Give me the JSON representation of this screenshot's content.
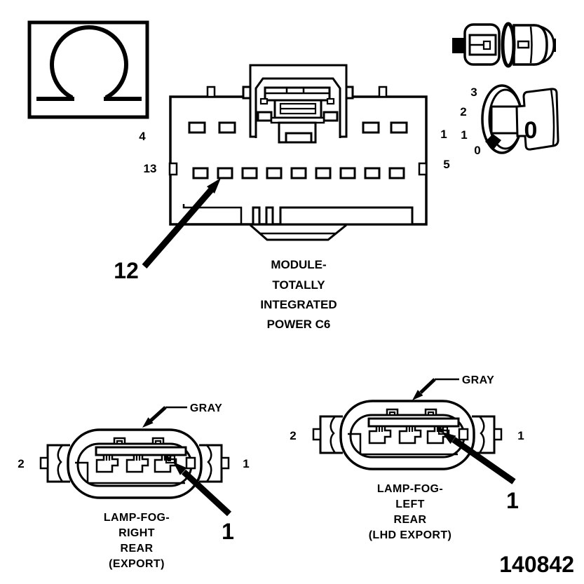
{
  "colors": {
    "line": "#000000",
    "background": "#ffffff"
  },
  "tipm": {
    "label_lines": [
      "MODULE-",
      "TOTALLY",
      "INTEGRATED",
      "POWER C6"
    ],
    "pin_top_left": "4",
    "pin_mid_left": "13",
    "pin_top_right": "1",
    "pin_mid_right": "5",
    "callout": "12"
  },
  "dial": {
    "scale_labels": [
      "3",
      "2",
      "1",
      "0"
    ],
    "face_label": "0"
  },
  "fog_right": {
    "color_label": "GRAY",
    "pin_left": "2",
    "pin_right": "1",
    "callout": "1",
    "label_lines": [
      "LAMP-FOG-",
      "RIGHT",
      "REAR",
      "(EXPORT)"
    ]
  },
  "fog_left": {
    "color_label": "GRAY",
    "pin_left": "2",
    "pin_right": "1",
    "callout": "1",
    "label_lines": [
      "LAMP-FOG-",
      "LEFT",
      "REAR",
      "(LHD EXPORT)"
    ]
  },
  "figure_number": "140842"
}
